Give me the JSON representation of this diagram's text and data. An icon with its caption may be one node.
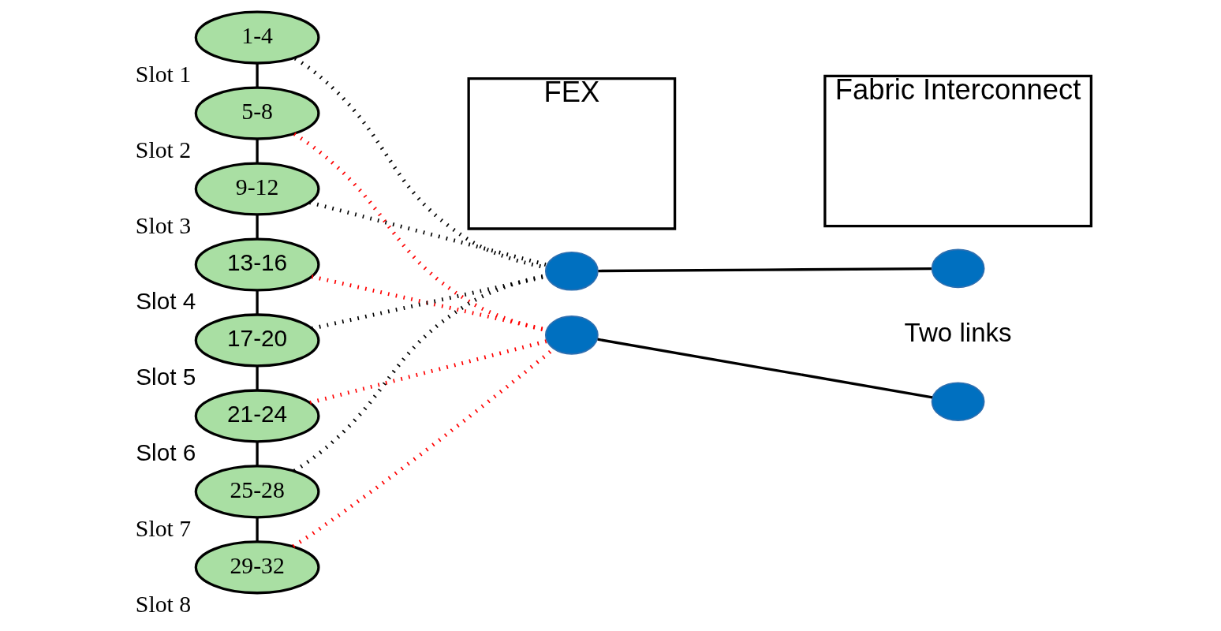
{
  "diagram": {
    "nodes": [
      {
        "text": [
          "FEX"
        ]
      },
      {
        "text": [
          "Fabric Interconnect"
        ]
      },
      {
        "text": [
          "1-4"
        ],
        "beside": [
          "Slot 1"
        ]
      },
      {
        "text": [
          "5-8"
        ],
        "beside": [
          "Slot 2"
        ]
      },
      {
        "text": [
          "9-12"
        ],
        "beside": [
          "Slot 3"
        ]
      },
      {
        "text": [
          "13-16"
        ],
        "beside": [
          "Slot 4"
        ]
      },
      {
        "text": [
          "17-20"
        ],
        "beside": [
          "Slot 5"
        ]
      },
      {
        "text": [
          "21-24"
        ],
        "beside": [
          "Slot 6"
        ]
      },
      {
        "text": [
          "25-28"
        ],
        "beside": [
          "Slot 7"
        ]
      },
      {
        "text": [
          "29-32"
        ],
        "beside": [
          "Slot 8"
        ]
      },
      {
        "text": [],
        "shape": "circle"
      },
      {
        "text": [],
        "shape": "circle"
      },
      {
        "text": [],
        "shape": "circle"
      },
      {
        "text": [],
        "shape": "circle"
      }
    ],
    "edges": [
      {
        "from": 2,
        "to": 3,
        "arrow": "none"
      },
      {
        "from": 3,
        "to": 4,
        "arrow": "none"
      },
      {
        "from": 4,
        "to": 5,
        "arrow": "none"
      },
      {
        "from": 5,
        "to": 6,
        "arrow": "none"
      },
      {
        "from": 6,
        "to": 7,
        "arrow": "none"
      },
      {
        "from": 7,
        "to": 8,
        "arrow": "none"
      },
      {
        "from": 8,
        "to": 9,
        "arrow": "none"
      },
      {
        "from": 2,
        "to": 10,
        "arrow": "none",
        "style": "dashed"
      },
      {
        "from": 3,
        "to": 11,
        "arrow": "none",
        "style": "dashed",
        "color": "#ff0000"
      },
      {
        "from": 4,
        "to": 10,
        "arrow": "none",
        "style": "dashed"
      },
      {
        "from": 5,
        "to": 11,
        "arrow": "none",
        "style": "dashed",
        "color": "#ff0000"
      },
      {
        "from": 6,
        "to": 10,
        "arrow": "none",
        "style": "dashed"
      },
      {
        "from": 7,
        "to": 11,
        "arrow": "none",
        "style": "dashed",
        "color": "#ff0000"
      },
      {
        "from": 8,
        "to": 10,
        "arrow": "none",
        "style": "dashed"
      },
      {
        "from": 9,
        "to": 11,
        "arrow": "none",
        "style": "dashed",
        "color": "#ff0000"
      },
      {
        "from": 10,
        "to": 12,
        "arrow": "none"
      },
      {
        "from": 11,
        "to": 13,
        "arrow": "none"
      }
    ],
    "labels": [
      "Two links"
    ]
  }
}
